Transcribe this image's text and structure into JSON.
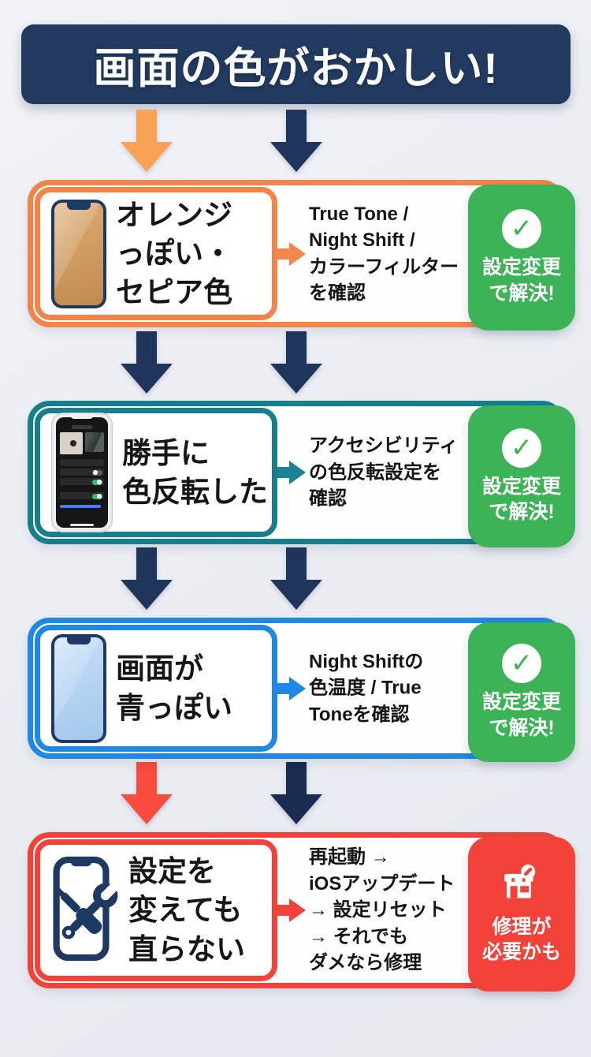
{
  "title": "画面の色がおかしい!",
  "colors": {
    "background": "#ebedf3",
    "header_navy": "#223a5f",
    "arrow_navy": "#20355c",
    "arrow_navy_dark": "#1a2c50",
    "arrow_orange": "#f9a154",
    "arrow_red": "#f94b3e",
    "accent_orange": "#f08449",
    "accent_teal": "#177e8c",
    "accent_blue": "#1f88e6",
    "accent_red": "#f2423a",
    "badge_green": "#3cb356",
    "badge_red": "#f2423a"
  },
  "icons": {
    "check": "✓"
  },
  "flow_arrows": {
    "header_to_row1": [
      "orange",
      "navy"
    ],
    "row1_to_row2": [
      "navy",
      "navy"
    ],
    "row2_to_row3": [
      "navy",
      "navy"
    ],
    "row3_to_row4": [
      "red",
      "navy-dark"
    ]
  },
  "rows": [
    {
      "id": "orange-tint",
      "accent": "#f08449",
      "icon": "phone-orange-screen",
      "symptom": "オレンジ\nっぽい・\nセピア色",
      "action": "True Tone /\nNight Shift /\nカラーフィルター\nを確認",
      "badge_type": "solved",
      "badge_text": "設定変更\nで解決!"
    },
    {
      "id": "inverted-colors",
      "accent": "#177e8c",
      "icon": "phone-inverted-settings-screenshot",
      "symptom": "勝手に\n色反転した",
      "action": "アクセシビリティ\nの色反転設定を\n確認",
      "badge_type": "solved",
      "badge_text": "設定変更\nで解決!"
    },
    {
      "id": "blue-tint",
      "accent": "#1f88e6",
      "icon": "phone-blue-screen",
      "symptom": "画面が\n青っぽい",
      "action": "Night Shiftの\n色温度 / True\nToneを確認",
      "badge_type": "solved",
      "badge_text": "設定変更\nで解決!"
    },
    {
      "id": "not-fixed",
      "accent": "#f2423a",
      "icon": "phone-repair-tools",
      "symptom": "設定を\n変えても\n直らない",
      "action": "再起動 →\niOSアップデート\n→ 設定リセット\n→ それでも\nダメなら修理",
      "badge_type": "repair",
      "badge_text": "修理が\n必要かも"
    }
  ]
}
